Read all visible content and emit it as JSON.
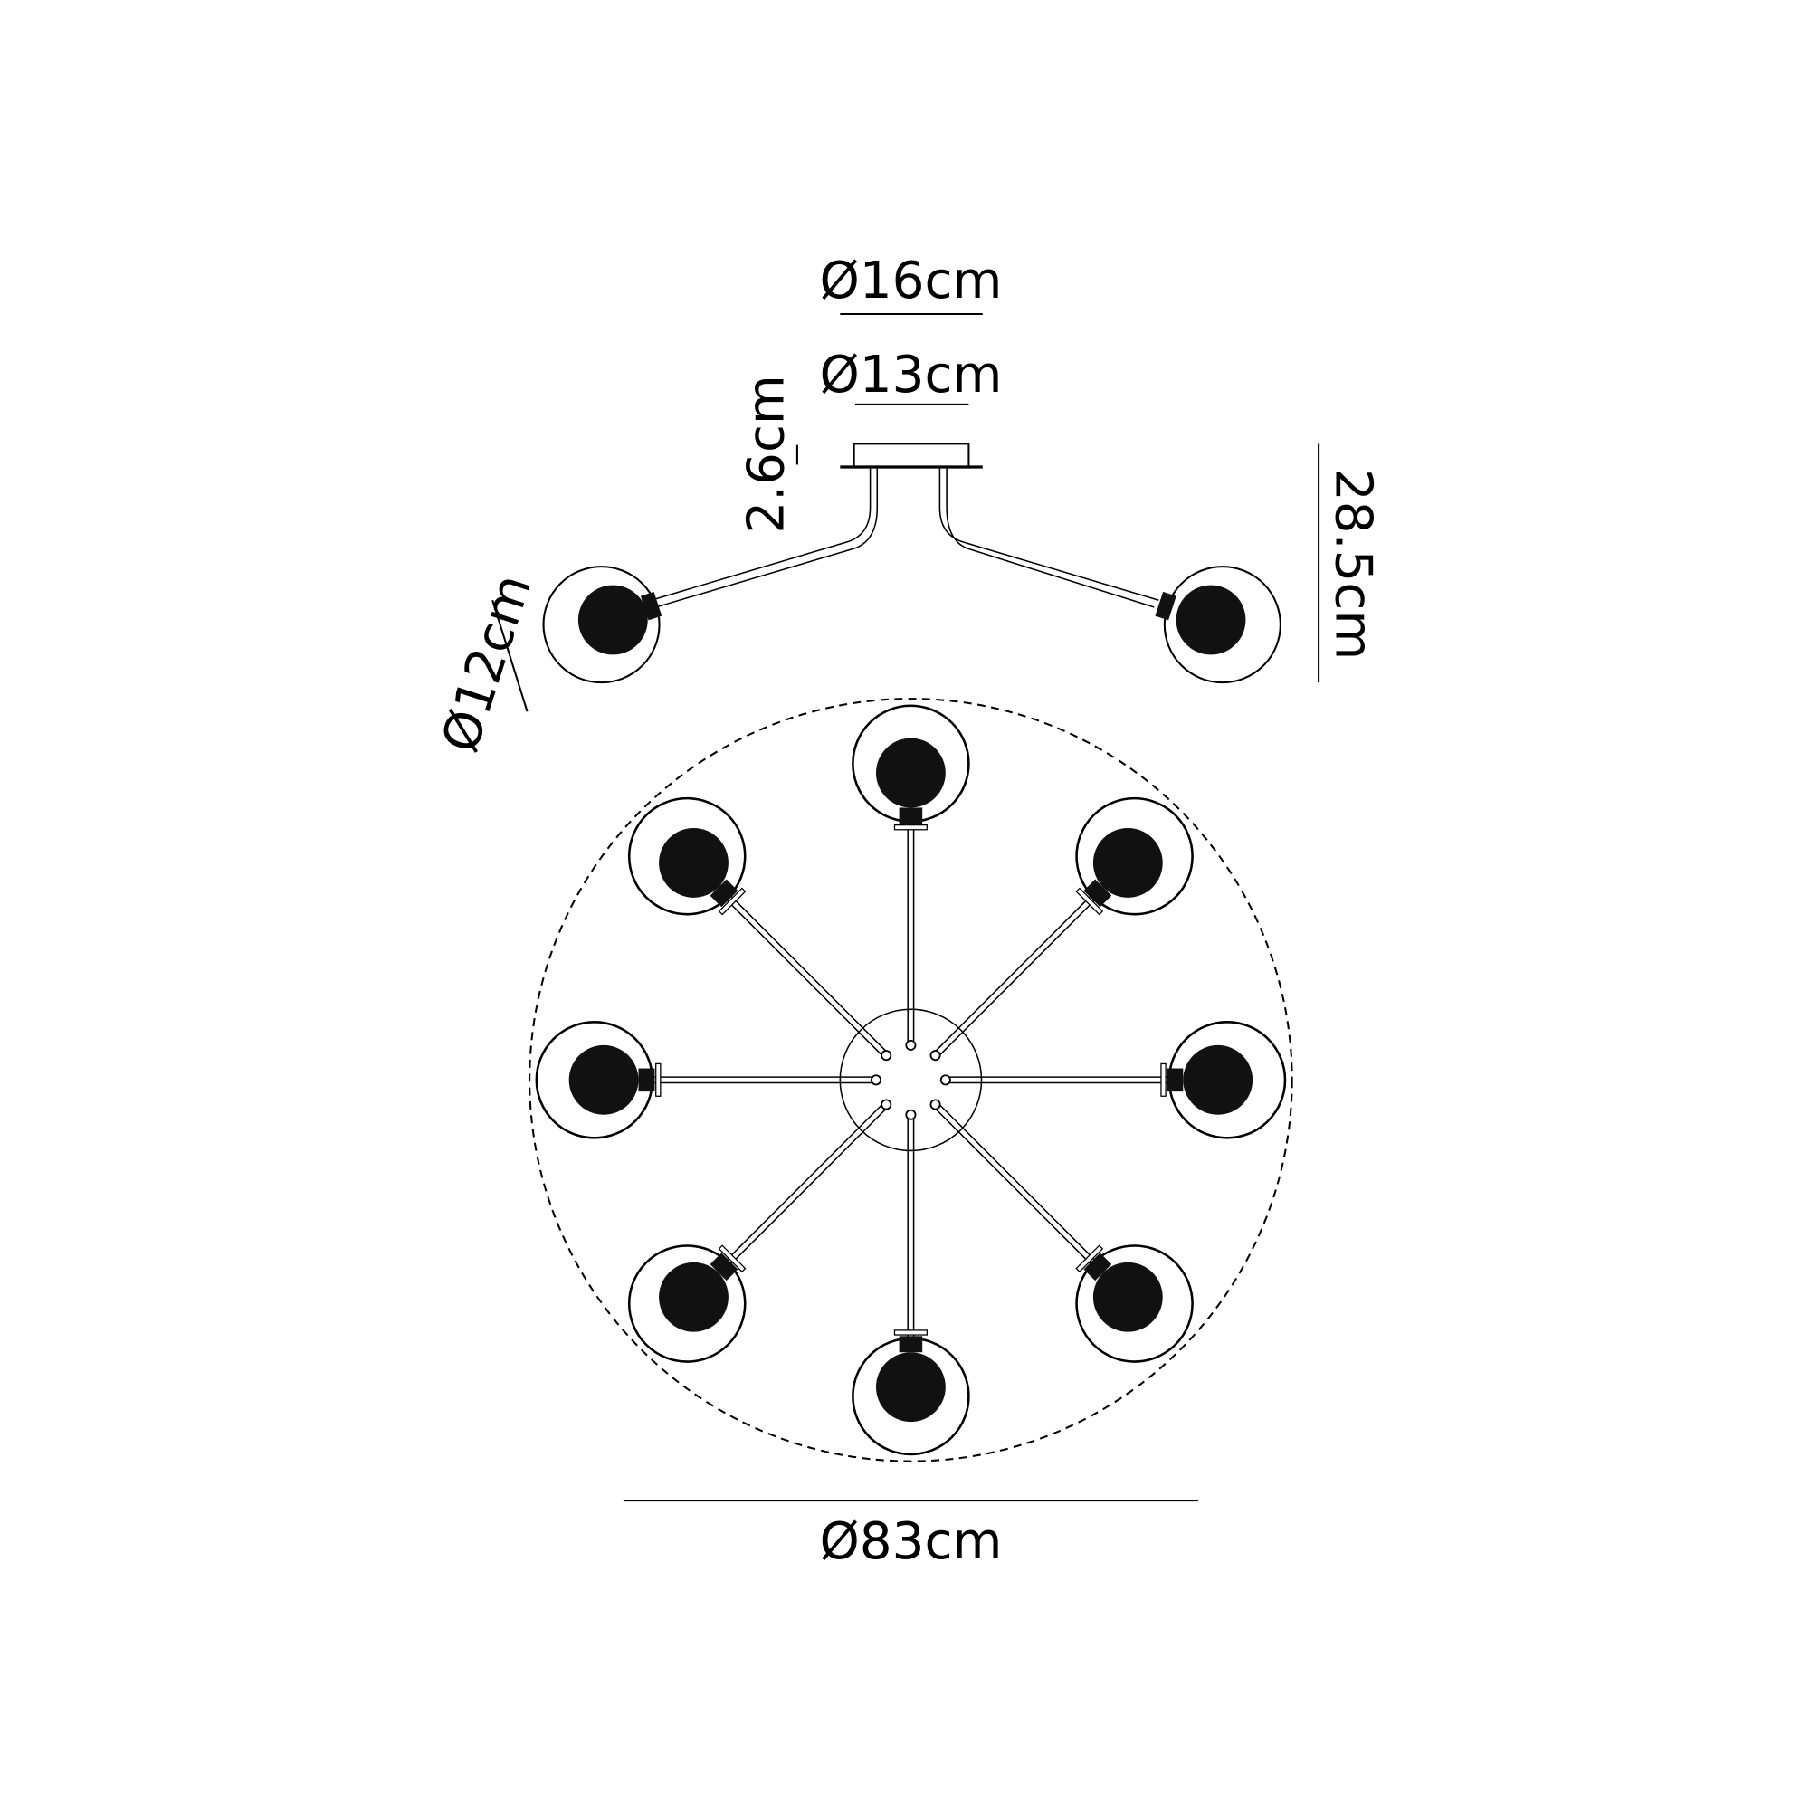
{
  "dimensions": {
    "canopy_outer": "Ø16cm",
    "canopy_inner": "Ø13cm",
    "canopy_height": "2.6cm",
    "total_height": "28.5cm",
    "shade_diameter": "Ø12cm",
    "overall_diameter": "Ø83cm"
  },
  "fixture": {
    "light_count": 8,
    "colors": {
      "line": "#000000",
      "bulb": "#111111",
      "background": "#ffffff"
    }
  }
}
